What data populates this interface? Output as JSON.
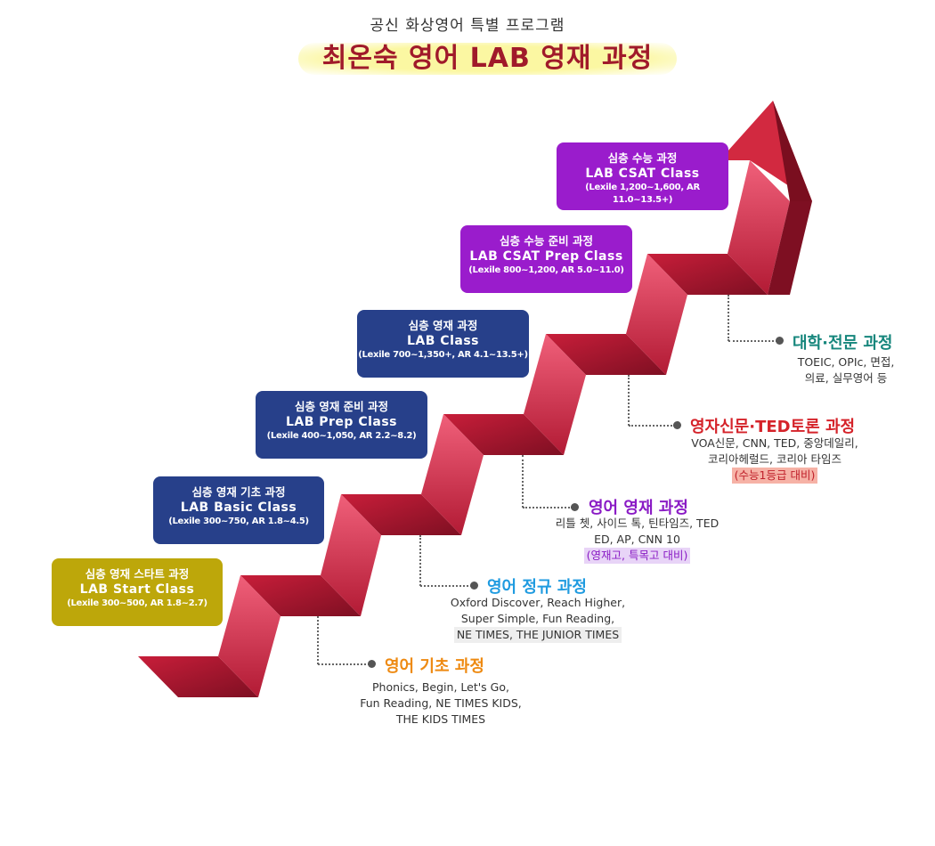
{
  "header": {
    "subtitle": "공신 화상영어 특별 프로그램",
    "title": "최온숙 영어 LAB 영재 과정"
  },
  "colors": {
    "stair_red": "#d42a42",
    "olive": "#bda70a",
    "navy": "#27408a",
    "purple": "#9a1ccc",
    "gold_text": "#ee8a12",
    "blue_text": "#1f9be0",
    "violet_text": "#8a1bc5",
    "red_text": "#d5232a",
    "teal_text": "#16867c"
  },
  "classes": [
    {
      "title": "심층 영재 스타트 과정",
      "name": "LAB Start Class",
      "range": "(Lexile 300~500, AR 1.8~2.7)"
    },
    {
      "title": "심층 영재 기초 과정",
      "name": "LAB Basic Class",
      "range": "(Lexile 300~750, AR 1.8~4.5)"
    },
    {
      "title": "심층 영재 준비 과정",
      "name": "LAB Prep Class",
      "range": "(Lexile 400~1,050, AR 2.2~8.2)"
    },
    {
      "title": "심층 영재 과정",
      "name": "LAB Class",
      "range": "(Lexile 700~1,350+, AR 4.1~13.5+)"
    },
    {
      "title": "심층 수능 준비 과정",
      "name": "LAB CSAT Prep Class",
      "range": "(Lexile 800~1,200, AR 5.0~11.0)"
    },
    {
      "title": "심층 수능 과정",
      "name": "LAB CSAT Class",
      "range": "(Lexile 1,200~1,600, AR 11.0~13.5+)"
    }
  ],
  "courses": [
    {
      "name": "영어 기초 과정",
      "desc": [
        "Phonics, Begin, Let's Go,",
        "Fun Reading, NE TIMES KIDS,",
        "THE KIDS TIMES"
      ]
    },
    {
      "name": "영어 정규 과정",
      "desc": [
        "Oxford Discover, Reach Higher,",
        "Super Simple, Fun Reading,",
        "NE TIMES, THE JUNIOR TIMES"
      ]
    },
    {
      "name": "영어 영재 과정",
      "desc": [
        "리틀 쳇, 사이드 톡, 틴타임즈, TED",
        "ED, AP, CNN 10"
      ],
      "tag": "(영재고, 특목고 대비)"
    },
    {
      "name": "영자신문·TED토론 과정",
      "desc": [
        "VOA신문, CNN, TED, 중앙데일리,",
        "코리아헤럴드, 코리아 타임즈"
      ],
      "tag": "(수능1등급 대비)"
    },
    {
      "name": "대학·전문 과정",
      "desc": [
        "TOEIC, OPIc, 면접,",
        "의료, 실무영어 등"
      ]
    }
  ]
}
